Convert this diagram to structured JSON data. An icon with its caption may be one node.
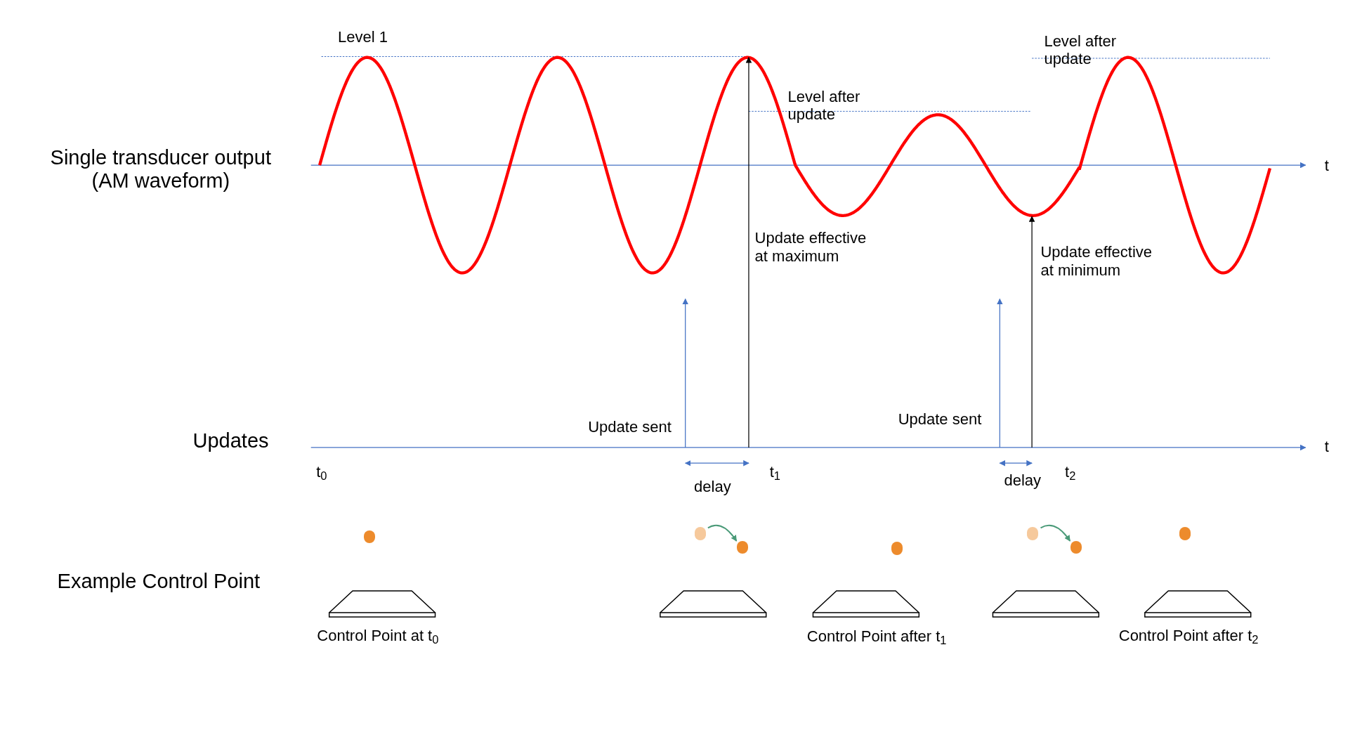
{
  "diagram": {
    "nodes": [
      {
        "text": [],
        "shape": "circle"
      },
      {
        "text": [],
        "shape": "circle"
      },
      {
        "text": [],
        "shape": "circle"
      },
      {
        "text": [],
        "shape": "circle"
      },
      {
        "text": [],
        "shape": "circle"
      },
      {
        "text": [],
        "shape": "circle"
      },
      {
        "text": [],
        "shape": "circle"
      }
    ],
    "edges": [
      {
        "from": 1,
        "to": 2,
        "arrow": "to"
      },
      {
        "from": 4,
        "to": 5,
        "arrow": "to"
      }
    ],
    "labels": [
      "Level 1",
      "Level after update",
      "Level after update",
      "Single transducer output (AM waveform)",
      "t",
      "Update effective at maximum",
      "Update effective at minimum",
      "Updates",
      "Update sent",
      "Update sent",
      "t",
      "t$_{0}$",
      "delay",
      "t$_{1}$",
      "delay",
      "t$_{2}$",
      "Example Control Point",
      "Control Point at t$_{0}$",
      "Control Point after t$_{1}$",
      "Control Point after t$_{2}$"
    ]
  }
}
